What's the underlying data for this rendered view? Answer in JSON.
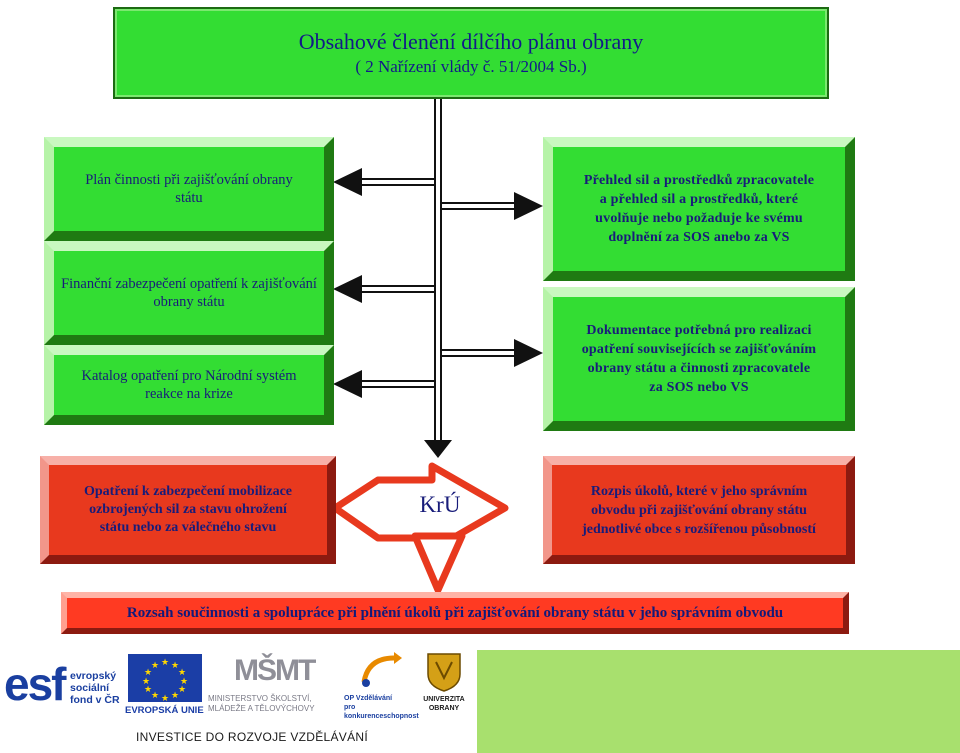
{
  "title": {
    "line1": "Obsahové členění dílčího plánu obrany",
    "line2": "( 2 Nařízení vlády č. 51/2004 Sb.)"
  },
  "left_boxes": [
    "Plán činnosti při zajišťování obrany státu",
    "Finanční zabezpečení opatření k zajišťování obrany státu",
    "Katalog opatření pro Národní systém reakce na krize"
  ],
  "right_boxes": [
    "Přehled sil a prostředků zpracovatele a přehled sil a prostředků, které uvolňuje nebo požaduje ke svému doplnění za SOS anebo za VS",
    "Dokumentace potřebná pro realizaci opatření souvisejících se zajišťováním obrany státu a činnosti zpracovatele za SOS nebo VS"
  ],
  "red_left": "Opatření k zabezpečení mobilizace ozbrojených sil za stavu ohrožení státu nebo za válečného stavu",
  "center_label": "KrÚ",
  "red_right": "Rozpis úkolů, které v jeho správním obvodu při zajišťování obrany státu jednotlivé obce s rozšířenou působností",
  "bottom_bar": "Rozsah součinnosti a spolupráce při plnění úkolů při zajišťování obrany státu v jeho správním obvodu",
  "logos": {
    "esf_mark": "esf",
    "esf_text": [
      "evropský",
      "sociální",
      "fond v ČR"
    ],
    "eu_text": "EVROPSKÁ UNIE",
    "msmt_mark": "MŠMT",
    "msmt_text": [
      "MINISTERSTVO ŠKOLSTVÍ,",
      "MLÁDEŽE A TĚLOVÝCHOVY"
    ],
    "op_text": [
      "OP Vzdělávání",
      "pro konkurenceschopnost"
    ],
    "uo_text": [
      "UNIVERZITA",
      "OBRANY"
    ],
    "footer": "INVESTICE DO ROZVOJE VZDĚLÁVÁNÍ"
  },
  "colors": {
    "green": "#33dd33",
    "red": "#e8391e",
    "text_blue": "#181c7a",
    "logo_bg": "#a8e06e"
  }
}
